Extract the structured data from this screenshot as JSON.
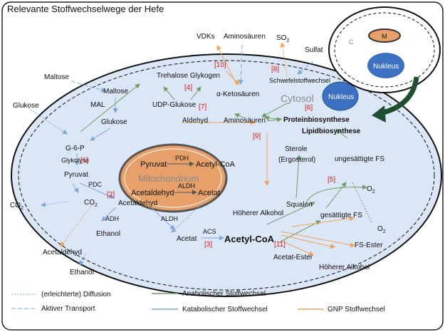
{
  "title": "Relevante Stoffwechselwege der Hefe",
  "colors": {
    "anabolic": "#6e9f62",
    "catabolic": "#7fa7d8",
    "gnp": "#f0a15a",
    "cell_fill": "#dbe6f6",
    "mito_fill": "#e7a06a",
    "nucleus_fill": "#3c70c1",
    "number_red": "#d21b1b"
  },
  "labels": {
    "vdks": "VDKs",
    "aminosaeuren_top": "Aminosäuren",
    "so2": "SO",
    "so2_sub": "2",
    "sulfat": "Sulfat",
    "maltose_out": "Maltose",
    "maltose_in": "Maltose",
    "mal": "MAL",
    "glukose_out": "Glukose",
    "glukose_in": "Glukose",
    "trehalose_glykogen": "Trehalose Glykogen",
    "udp_glukose": "UDP-Glukose",
    "g6p": "G-6-P",
    "glykolyse": "Glykolyse",
    "pyruvat": "Pyruvat",
    "pdc": "PDC",
    "co2_in": "CO",
    "co2_in_sub": "2",
    "co2_out": "CO",
    "co2_out_sub": "2",
    "acetaldehyd_in": "Acetaldehyd",
    "acetaldehyd_out": "Acetaldehyd",
    "adh": "ADH",
    "aldh_out": "ALDH",
    "ethanol_in": "Ethanol",
    "ethanol_out": "Ethanol",
    "acetat": "Acetat",
    "acs": "ACS",
    "acetyl_coa_main": "Acetyl-CoA",
    "acetat_ester": "Acetat-Ester",
    "hoeherer_alkohol_out": "Höherer Alkohol",
    "hoeherer_alkohol_in": "Höherer Alkohol",
    "fs_ester": "FS-Ester",
    "gesaettigte_fs": "gesättigte FS",
    "squalen": "Squalen",
    "o2_in": "O",
    "o2_in_sub": "2",
    "o2_out": "O",
    "o2_out_sub": "2",
    "sterole": "Sterole",
    "ergosterol": "(Ergosterol)",
    "ungesaettigte_fs": "ungesättigte FS",
    "lipidbiosynthese": "Lipidbiosynthese",
    "proteinbiosynthese": "Proteinbiosynthese",
    "aminosaeuren_in": "Aminosäuren",
    "aldehyd": "Aldehyd",
    "alpha_ketosaeuren": "α-Ketosäuren",
    "schwefelstoffwechsel": "Schwefelstoffwechsel",
    "cytosol": "Cytosol",
    "nukleus_main": "Nukleus",
    "nukleus_inset": "Nukleus",
    "inset_c": "C",
    "inset_m": "M"
  },
  "mitochondrion": {
    "label": "Mitochondrium",
    "pyruvat": "Pyruvat",
    "pdh": "PDH",
    "acetyl_coa": "Acetyl-CoA",
    "acetaldehyd": "Acetaldehyd",
    "aldh": "ALDH",
    "acetat": "Acetat"
  },
  "numbers": {
    "n1": "[1]",
    "n2": "[2]",
    "n3": "[3]",
    "n4": "[4]",
    "n5": "[5]",
    "n6": "[6]",
    "n7": "[7]",
    "n8": "[8]",
    "n9": "[9]",
    "n10": "[10]",
    "n11": "[11]"
  },
  "legend": {
    "diffusion": "(erleichterte) Diffusion",
    "aktiver_transport": "Aktiver Transport",
    "anabolisch": "Anabolischer Stoffwechsel",
    "katabolisch": "Katabolischer Stoffwechsel",
    "gnp": "GNP Stoffwechsel"
  }
}
